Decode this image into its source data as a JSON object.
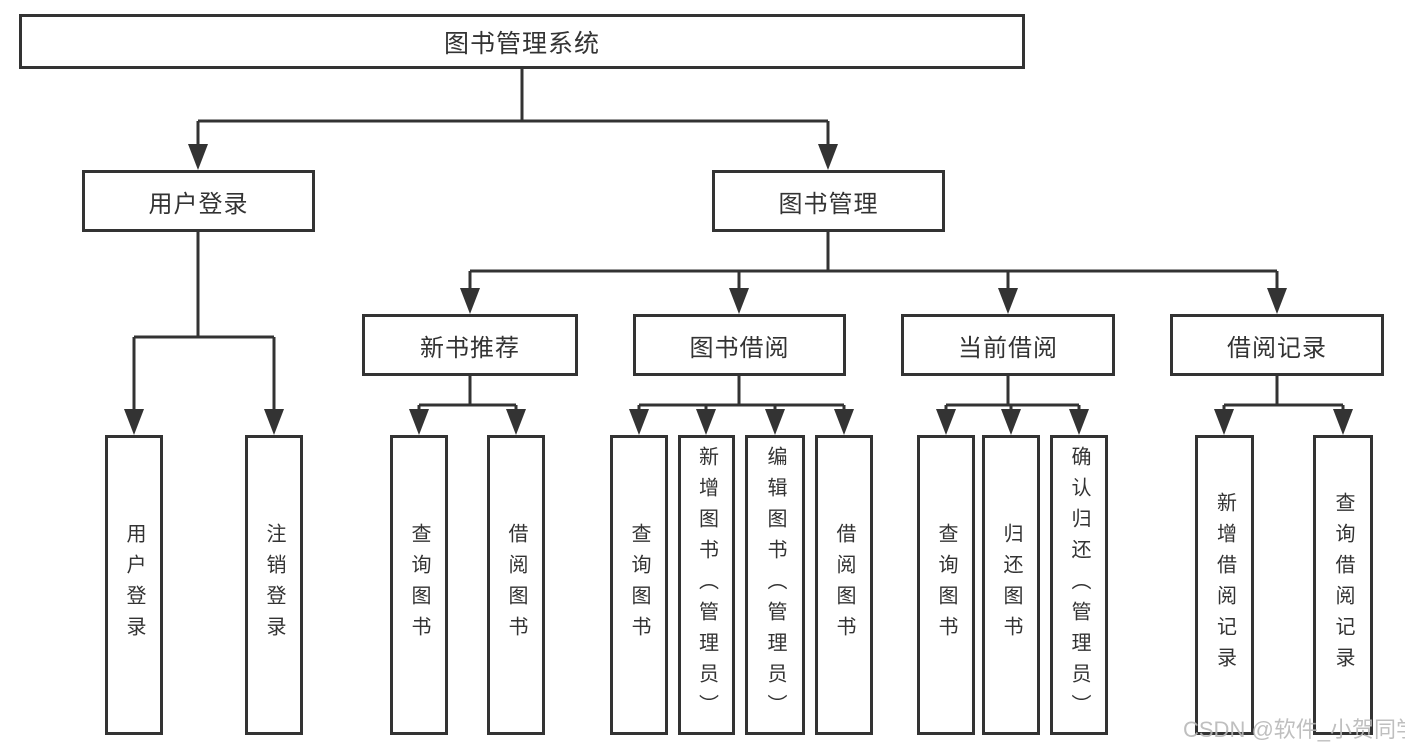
{
  "nodes": {
    "root": "图书管理系统",
    "user_login": "用户登录",
    "book_mgmt": "图书管理",
    "new_book_rec": "新书推荐",
    "book_borrow": "图书借阅",
    "current_borrow": "当前借阅",
    "borrow_record": "借阅记录",
    "leaf_user_login": "用户登录",
    "leaf_logout": "注销登录",
    "leaf_query_book_rec": "查询图书",
    "leaf_borrow_book_rec": "借阅图书",
    "leaf_query_book_borrow": "查询图书",
    "leaf_add_book": "新增图书（管理员）",
    "leaf_edit_book": "编辑图书（管理员）",
    "leaf_borrow_book_borrow": "借阅图书",
    "leaf_query_book_current": "查询图书",
    "leaf_return_book": "归还图书",
    "leaf_confirm_return": "确认归还（管理员）",
    "leaf_add_record": "新增借阅记录",
    "leaf_query_record": "查询借阅记录"
  },
  "hierarchy": {
    "图书管理系统": {
      "用户登录": [
        "用户登录",
        "注销登录"
      ],
      "图书管理": {
        "新书推荐": [
          "查询图书",
          "借阅图书"
        ],
        "图书借阅": [
          "查询图书",
          "新增图书（管理员）",
          "编辑图书（管理员）",
          "借阅图书"
        ],
        "当前借阅": [
          "查询图书",
          "归还图书",
          "确认归还（管理员）"
        ],
        "借阅记录": [
          "新增借阅记录",
          "查询借阅记录"
        ]
      }
    }
  },
  "watermark": {
    "text": "CSDN @软件_小贺同学",
    "color": "#b9b9b9"
  },
  "colors": {
    "line": "#333333",
    "box_border": "#333333",
    "box_fill": "#ffffff",
    "text": "#333333",
    "background": "#ffffff"
  }
}
